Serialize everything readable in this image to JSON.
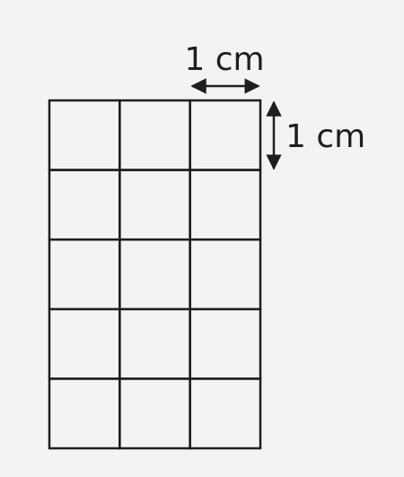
{
  "diagram": {
    "grid": {
      "rows": 5,
      "columns": 3
    },
    "cell_width_label": "1 cm",
    "cell_height_label": "1 cm",
    "colors": {
      "background": "#f3f3f1",
      "line": "#1e1e1e"
    }
  }
}
